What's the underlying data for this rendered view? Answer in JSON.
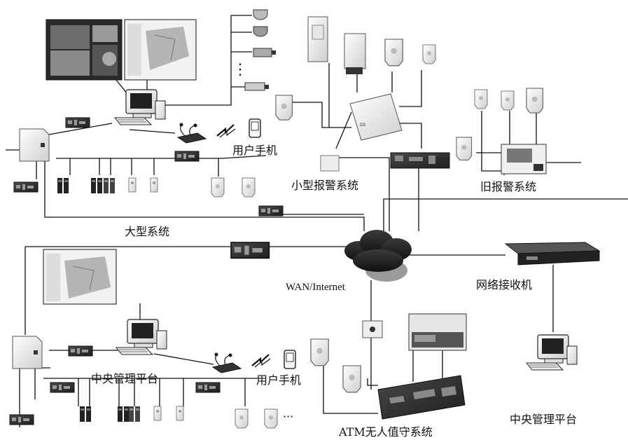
{
  "labels": {
    "large_system": "大型系统",
    "small_alarm": "小型报警系统",
    "old_alarm": "旧报警系统",
    "user_phone_top": "用户手机",
    "user_phone_bottom": "用户手机",
    "wan": "WAN/Internet",
    "network_receiver": "网络接收机",
    "central_platform_left": "中央管理平台",
    "central_platform_right": "中央管理平台",
    "atm_system": "ATM无人值守系统",
    "ellipsis_vertical": "⋮",
    "ellipsis_bottom": "···"
  }
}
